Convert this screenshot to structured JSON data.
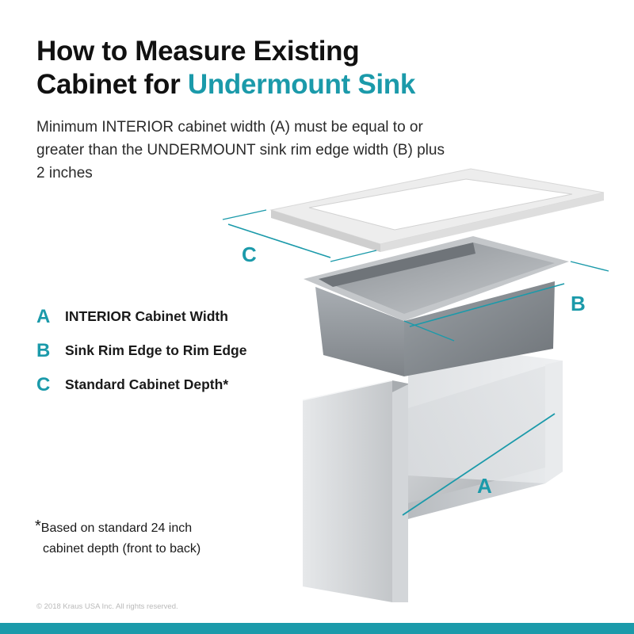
{
  "title": {
    "line1": "How to Measure Existing",
    "line2_prefix": "Cabinet for ",
    "line2_accent": "Undermount Sink"
  },
  "subtitle": "Minimum INTERIOR cabinet width (A) must be equal to or greater than the UNDERMOUNT sink rim edge width (B) plus 2 inches",
  "legend": [
    {
      "letter": "A",
      "text": "INTERIOR Cabinet Width"
    },
    {
      "letter": "B",
      "text": "Sink Rim Edge to Rim Edge"
    },
    {
      "letter": "C",
      "text": "Standard Cabinet Depth*"
    }
  ],
  "diagram_labels": {
    "a": "A",
    "b": "B",
    "c": "C"
  },
  "footnote": {
    "star": "*",
    "line1": "Based on standard 24 inch",
    "line2": "cabinet depth (front to back)"
  },
  "copyright": "© 2018 Kraus USA Inc. All rights reserved.",
  "colors": {
    "accent": "#1b9aaa",
    "countertop": "#ededed",
    "sink_steel": "#8f9499",
    "cabinet": "#cfd2d5"
  }
}
